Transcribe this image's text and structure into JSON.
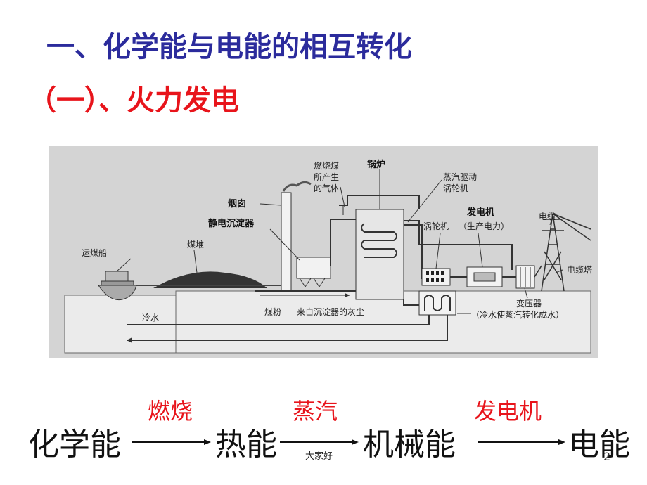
{
  "title": "一、化学能与电能的相互转化",
  "subtitle": "（一）、火力发电",
  "figure": {
    "labels": {
      "boat": "运煤船",
      "coal_pile": "煤堆",
      "precipitator": "静电沉淀器",
      "chimney": "烟囱",
      "gas_line1": "燃烧煤",
      "gas_line2": "所产生",
      "gas_line3": "的气体",
      "boiler": "锅炉",
      "steam_line1": "蒸汽驱动",
      "steam_line2": "涡轮机",
      "turbine": "涡轮机",
      "generator": "发电机",
      "generator_note": "（生产电力）",
      "cable": "电缆",
      "tower": "电缆塔",
      "transformer": "变压器",
      "cold_water": "冷水",
      "coal_powder": "煤粉",
      "dust": "来自沉淀器的灰尘",
      "condense": "（冷水使蒸汽转化成水）"
    }
  },
  "chain": {
    "terms": [
      "化学能",
      "热能",
      "机械能",
      "电能"
    ],
    "steps": [
      "燃烧",
      "蒸汽",
      "发电机"
    ]
  },
  "footer": "大家好",
  "page_number": "2"
}
